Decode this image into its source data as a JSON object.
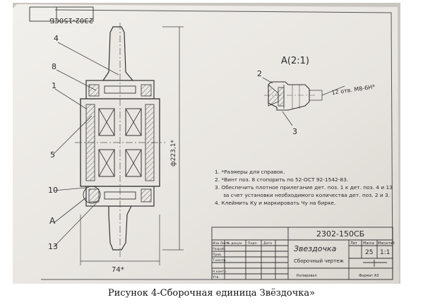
{
  "doc": {
    "stamp_rotated": "2302-150СБ",
    "view": "A(2:1)",
    "callouts": [
      "4",
      "8",
      "1",
      "5",
      "10",
      "A",
      "13",
      "2",
      "3"
    ],
    "thread_note": "12 отв. М8-6Н*",
    "dia_label": "ф223,1*",
    "width_label": "74*",
    "notes": [
      "1. *Размеры для справок.",
      "2. *Винт поз. 8 стопорить по 52-ОСТ 92-1542-83.",
      "3. Обеспечить плотное прилегание дет. поз. 1 к дет. поз. 4 и 13",
      "за счет установки необходимого количества дет. поз. 2 и 3.",
      "4. Клеймить Ку и маркировать Чу на бирке."
    ],
    "title_block": {
      "number": "2302-150СБ",
      "name": "Звездочка",
      "doc_type": "Сборочный чертеж",
      "col_lit": "Лит",
      "col_mass": "Масса",
      "col_scale": "Масштаб",
      "mass": "25",
      "scale": "1:1",
      "hdr_izm": "Изм Лист",
      "hdr_ndoc": "№ докум.",
      "hdr_podp": "Подп.",
      "hdr_data": "Дата",
      "r_razrab": "Разраб.",
      "r_prov": "Пров.",
      "r_tkontr": "Т.контр.",
      "r_nkontr": "Н.контр.",
      "r_utv": "Утв.",
      "copied": "Копировал",
      "format": "Формат А3"
    }
  },
  "caption": "Рисунок 4-Сборочная единица Звёздочка»"
}
